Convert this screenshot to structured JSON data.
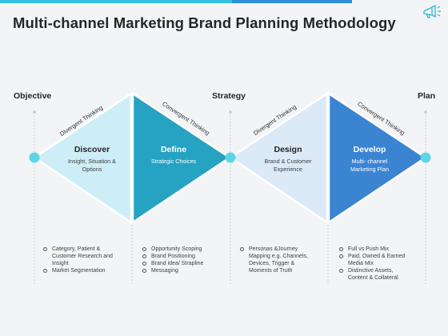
{
  "title": "Multi-channel Marketing Brand Planning Methodology",
  "labels": {
    "objective": "Objective",
    "strategy": "Strategy",
    "plan": "Plan"
  },
  "thinking": {
    "divergent_1": "Divergent Thinking",
    "convergent_1": "Convergent Thinking",
    "divergent_2": "Divergent Thinking",
    "convergent_2": "Convergent Thinking"
  },
  "stages": [
    {
      "title": "Discover",
      "subtitle_l1": "Insight, Situation &",
      "subtitle_l2": "Options"
    },
    {
      "title": "Define",
      "subtitle_l1": "Strategic Choices",
      "subtitle_l2": ""
    },
    {
      "title": "Design",
      "subtitle_l1": "Brand & Customer",
      "subtitle_l2": "Experience"
    },
    {
      "title": "Develop",
      "subtitle_l1": "Multi- channel",
      "subtitle_l2": "Marketing Plan"
    }
  ],
  "bullets": [
    [
      "Category, Patient &",
      "Customer Research and",
      "Insight",
      "Market Segmentation"
    ],
    [
      "Opportunity Scoping",
      "Brand Positioning",
      "Brand idea/ Strapline",
      "Messaging"
    ],
    [
      "Personas &Journey",
      "Mapping e.g. Channels,",
      "Devices, Trigger &",
      "Moments of Truth"
    ],
    [
      "Full vs Push Mix",
      "Paid, Owned & Earned",
      "Media Mix",
      "Distinctive Assets,",
      "Content & Collateral"
    ]
  ],
  "colors": {
    "light_blue": "#cdeef6",
    "teal": "#26a2c2",
    "pale_blue": "#dce9f7",
    "blue": "#3b84d2",
    "dot": "#5cd6e6",
    "topbar_1": "#33c3e0",
    "topbar_2": "#2f8fd6"
  }
}
